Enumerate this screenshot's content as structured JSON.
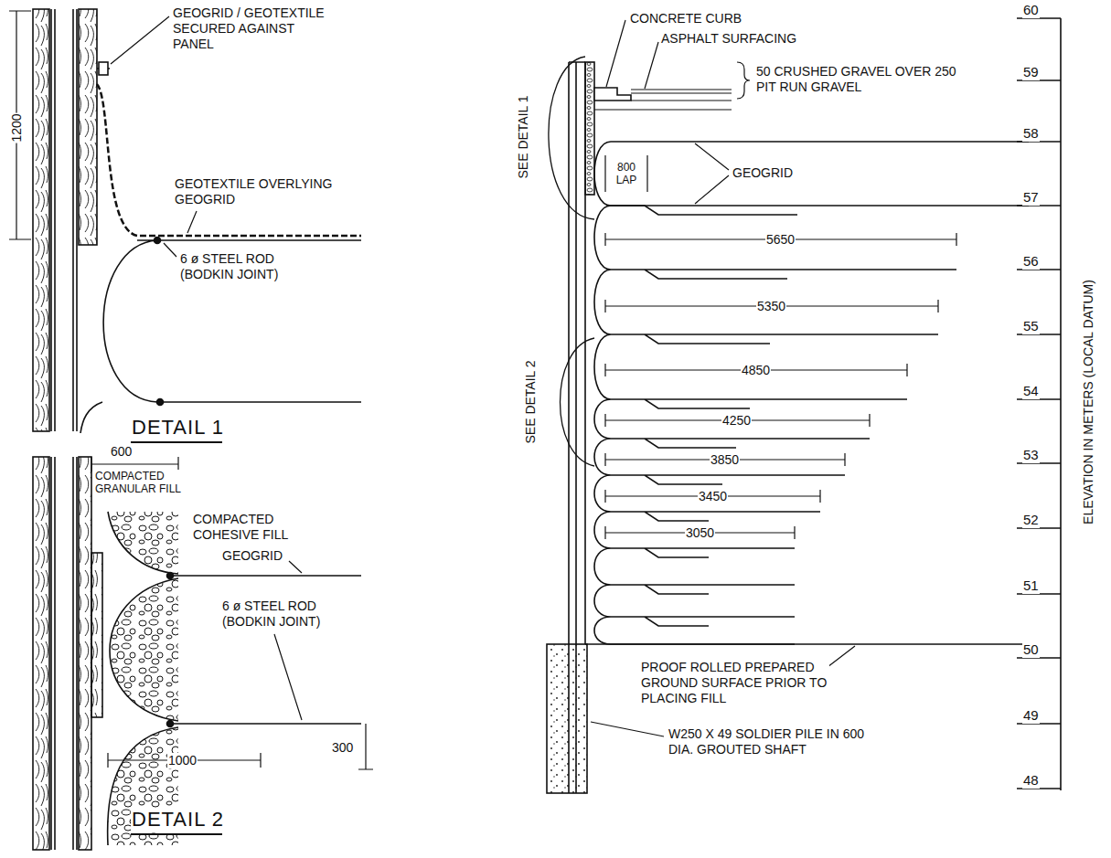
{
  "diagram": {
    "labels": [
      "1200",
      "GEOGRID / GEOTEXTILE SECURED AGAINST PANEL",
      "GEOTEXTILE OVERLYING GEOGRID",
      "6 ø STEEL ROD (BODKIN JOINT)",
      "DETAIL 1",
      "600",
      "COMPACTED GRANULAR FILL",
      "COMPACTED COHESIVE FILL",
      "GEOGRID",
      "6 ø STEEL ROD (BODKIN JOINT)",
      "1000",
      "300",
      "DETAIL 2",
      "CONCRETE CURB",
      "ASPHALT SURFACING",
      "50 CRUSHED GRAVEL OVER 250 PIT RUN GRAVEL",
      "800 LAP",
      "GEOGRID",
      "SEE DETAIL 1",
      "SEE DETAIL 2",
      "5650",
      "5350",
      "4850",
      "4250",
      "3850",
      "3450",
      "3050",
      "PROOF ROLLED PREPARED GROUND SURFACE PRIOR TO PLACING FILL",
      "W250 X 49 SOLDIER PILE IN 600 DIA. GROUTED SHAFT",
      "60",
      "59",
      "58",
      "57",
      "56",
      "55",
      "54",
      "53",
      "52",
      "51",
      "50",
      "49",
      "48",
      "ELEVATION IN METERS (LOCAL DATUM)"
    ]
  }
}
